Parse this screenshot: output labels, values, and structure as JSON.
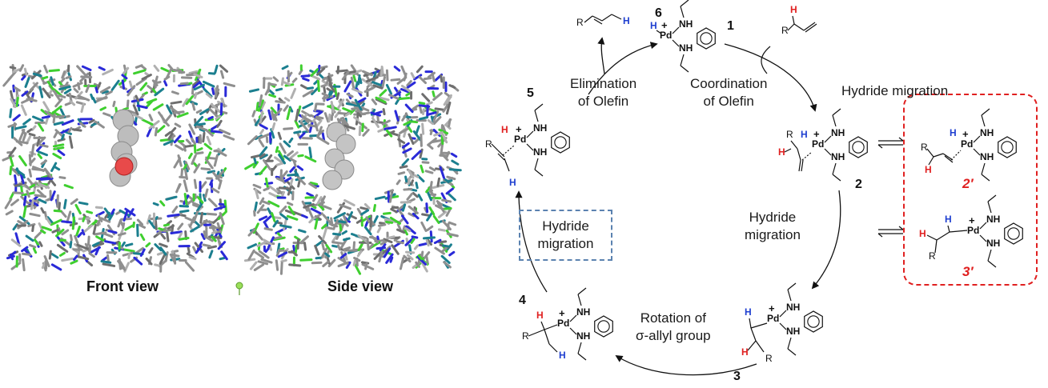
{
  "panels": {
    "front_view": "Front view",
    "side_view": "Side view"
  },
  "cycle": {
    "steps": {
      "coordination": "Coordination\nof Olefin",
      "hydride_migration_right": "Hydride\nmigration",
      "rotation": "Rotation of\nσ-allyl group",
      "hydride_migration_left": "Hydride\nmigration",
      "elimination": "Elimination\nof Olefin",
      "hydride_migration_top": "Hydride migration"
    },
    "numbers": [
      "1",
      "2",
      "3",
      "4",
      "5",
      "6"
    ],
    "side_numbers": [
      "2′",
      "3′"
    ]
  },
  "atoms": {
    "pd": "Pd",
    "nh": "NH",
    "h": "H",
    "r": "R",
    "plus": "+"
  },
  "colors": {
    "red_h": "#e02020",
    "blue_h": "#1f3fd0",
    "dashed_box_blue": "#5b82b0",
    "dashed_box_red": "#e02020",
    "carbon": "#8f8f8f",
    "nitrogen": "#2a2ad8",
    "fluorine": "#3fcf2f",
    "metal": "#1b7f8f"
  }
}
